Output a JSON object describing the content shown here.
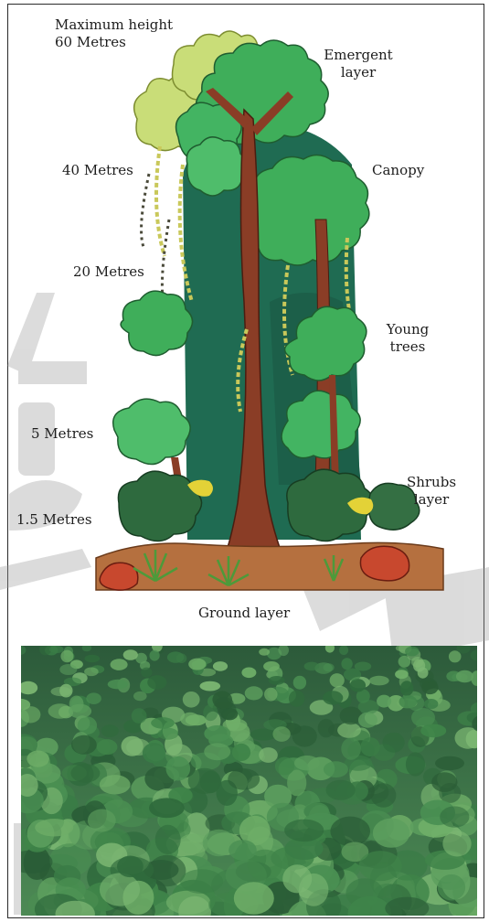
{
  "diagram": {
    "labels": {
      "max_height_line1": "Maximum height",
      "max_height_line2": "60 Metres",
      "emergent_line1": "Emergent",
      "emergent_line2": "layer",
      "height_40": "40 Metres",
      "canopy": "Canopy",
      "height_20": "20 Metres",
      "young_line1": "Young",
      "young_line2": "trees",
      "height_5": "5 Metres",
      "shrubs_line1": "Shrubs",
      "shrubs_line2": "layer",
      "height_1_5": "1.5 Metres",
      "ground": "Ground layer"
    }
  },
  "colors": {
    "emergent_crown": "#c9dd78",
    "canopy_crown": "#3fae5a",
    "dark_canopy": "#1f6b52",
    "trunk": "#8a3d26",
    "shrub": "#2e6a3e",
    "liana": "#c9c85a",
    "ground_soil": "#b5703f",
    "rock": "#c8482e",
    "photo_forest": "#3d7a4a",
    "watermark": "#9a9a9a"
  }
}
